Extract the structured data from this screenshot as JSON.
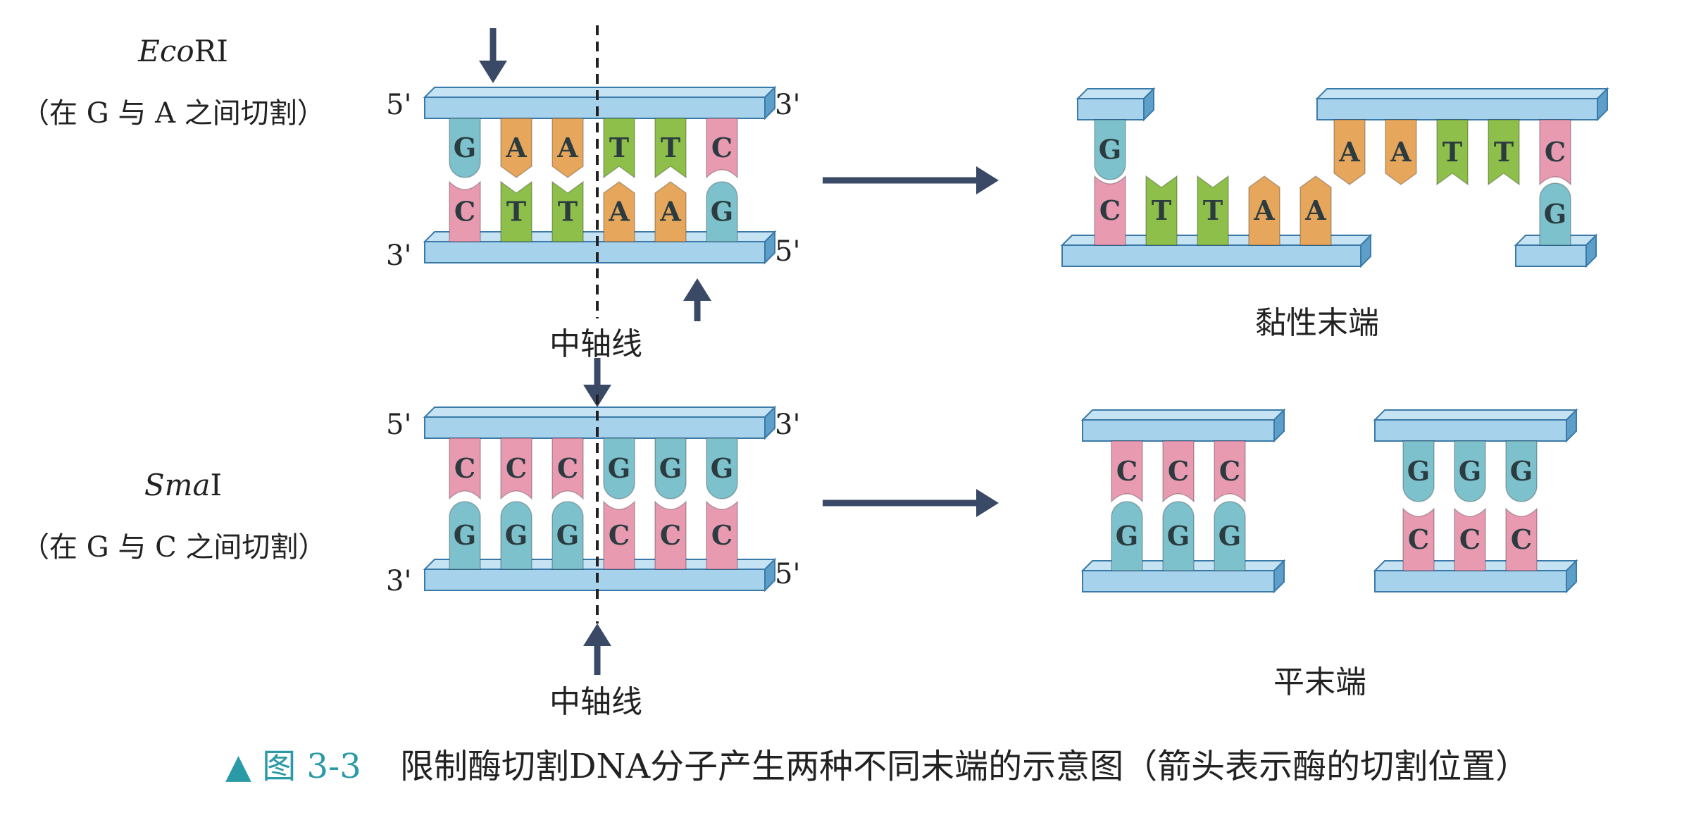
{
  "colors": {
    "strand_top": "#a7d2ec",
    "strand_side": "#5d9fc9",
    "strand_edge": "#3b7aa8",
    "G": "#7cc1cc",
    "C": "#e89ab1",
    "A": "#e6a75c",
    "T": "#8dbf4a",
    "arrow": "#3a4a66"
  },
  "ecori": {
    "name_italic": "Eco",
    "name_rest": "RⅠ",
    "note": "（在 G 与 A 之间切割）",
    "top_bases": [
      "G",
      "A",
      "A",
      "T",
      "T",
      "C"
    ],
    "bottom_bases": [
      "C",
      "T",
      "T",
      "A",
      "A",
      "G"
    ],
    "primes": {
      "top_left": "5'",
      "top_right": "3'",
      "bottom_left": "3'",
      "bottom_right": "5'"
    },
    "axis_label": "中轴线",
    "result_label": "黏性末端"
  },
  "smai": {
    "name_italic": "Sma",
    "name_rest": "Ⅰ",
    "note": "（在 G 与 C 之间切割）",
    "top_bases": [
      "C",
      "C",
      "C",
      "G",
      "G",
      "G"
    ],
    "bottom_bases": [
      "G",
      "G",
      "G",
      "C",
      "C",
      "C"
    ],
    "primes": {
      "top_left": "5'",
      "top_right": "3'",
      "bottom_left": "3'",
      "bottom_right": "5'"
    },
    "axis_label": "中轴线",
    "result_label": "平末端"
  },
  "caption": {
    "marker": "▲",
    "figure_no": "图 3-3",
    "text": "限制酶切割DNA分子产生两种不同末端的示意图（箭头表示酶的切割位置）"
  }
}
